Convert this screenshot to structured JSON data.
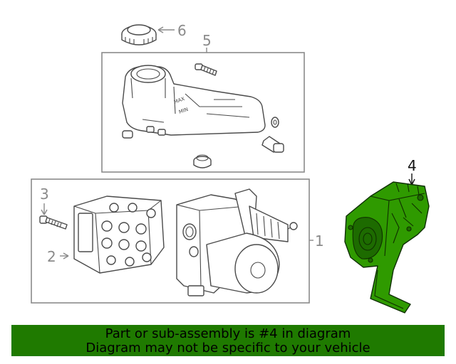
{
  "diagram": {
    "callouts": [
      "6",
      "5",
      "4",
      "3",
      "2",
      "1"
    ],
    "highlighted_part": "4",
    "highlight_color": "#2f9a00"
  },
  "banner": {
    "line1": "Part or sub-assembly is #4 in diagram",
    "line2": "Diagram may not be specific to your vehicle",
    "background": "#1f7a00"
  }
}
